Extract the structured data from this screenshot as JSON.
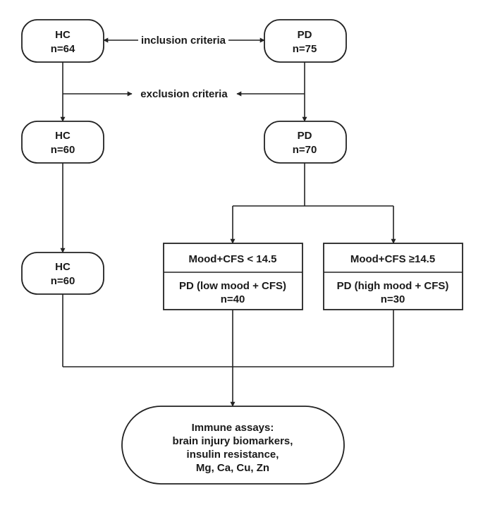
{
  "nodes": {
    "hc_initial": {
      "line1": "HC",
      "line2": "n=64"
    },
    "pd_initial": {
      "line1": "PD",
      "line2": "n=75"
    },
    "hc_after": {
      "line1": "HC",
      "line2": "n=60"
    },
    "pd_after": {
      "line1": "PD",
      "line2": "n=70"
    },
    "hc_final": {
      "line1": "HC",
      "line2": "n=60"
    },
    "low_group": {
      "header": "Mood+CFS  < 14.5",
      "line1": "PD (low mood + CFS)",
      "line2": "n=40"
    },
    "high_group": {
      "header": "Mood+CFS ≥14.5",
      "line1": "PD (high mood + CFS)",
      "line2": "n=30"
    },
    "assays": {
      "line1": "Immune assays:",
      "line2": "brain injury biomarkers,",
      "line3": "insulin resistance,",
      "line4": "Mg, Ca, Cu, Zn"
    }
  },
  "labels": {
    "inclusion": "inclusion criteria",
    "exclusion": "exclusion criteria"
  }
}
